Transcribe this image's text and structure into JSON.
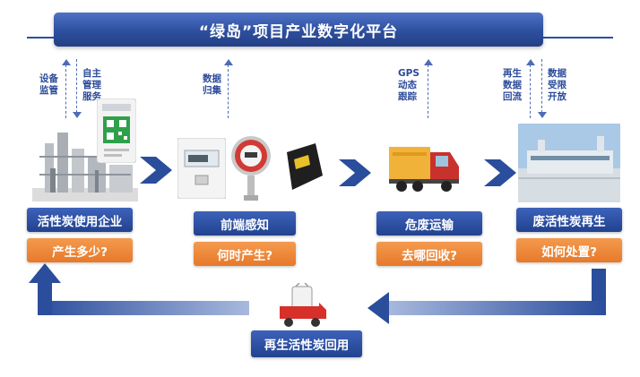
{
  "title": "“绿岛”项目产业数字化平台",
  "stages": [
    {
      "name": "活性炭使用企业",
      "question": "产生多少?"
    },
    {
      "name": "前端感知",
      "question": "何时产生?"
    },
    {
      "name": "危废运输",
      "question": "去哪回收?"
    },
    {
      "name": "废活性炭再生",
      "question": "如何处置?"
    }
  ],
  "flow_labels": {
    "equipment_monitor": "设备\n监管",
    "self_service": "自主\n管理\n服务",
    "data_collect": "数据\n归集",
    "gps_track": "GPS\n动态\n跟踪",
    "regen_data": "再生\n数据\n回流",
    "data_open": "数据\n受限\n开放"
  },
  "loop_label": "再生活性炭回用",
  "colors": {
    "primary_blue": "#2d4f9e",
    "orange": "#ef8a3c",
    "arrow_blue": "#2a4d9c",
    "truck_red": "#d7302a"
  }
}
